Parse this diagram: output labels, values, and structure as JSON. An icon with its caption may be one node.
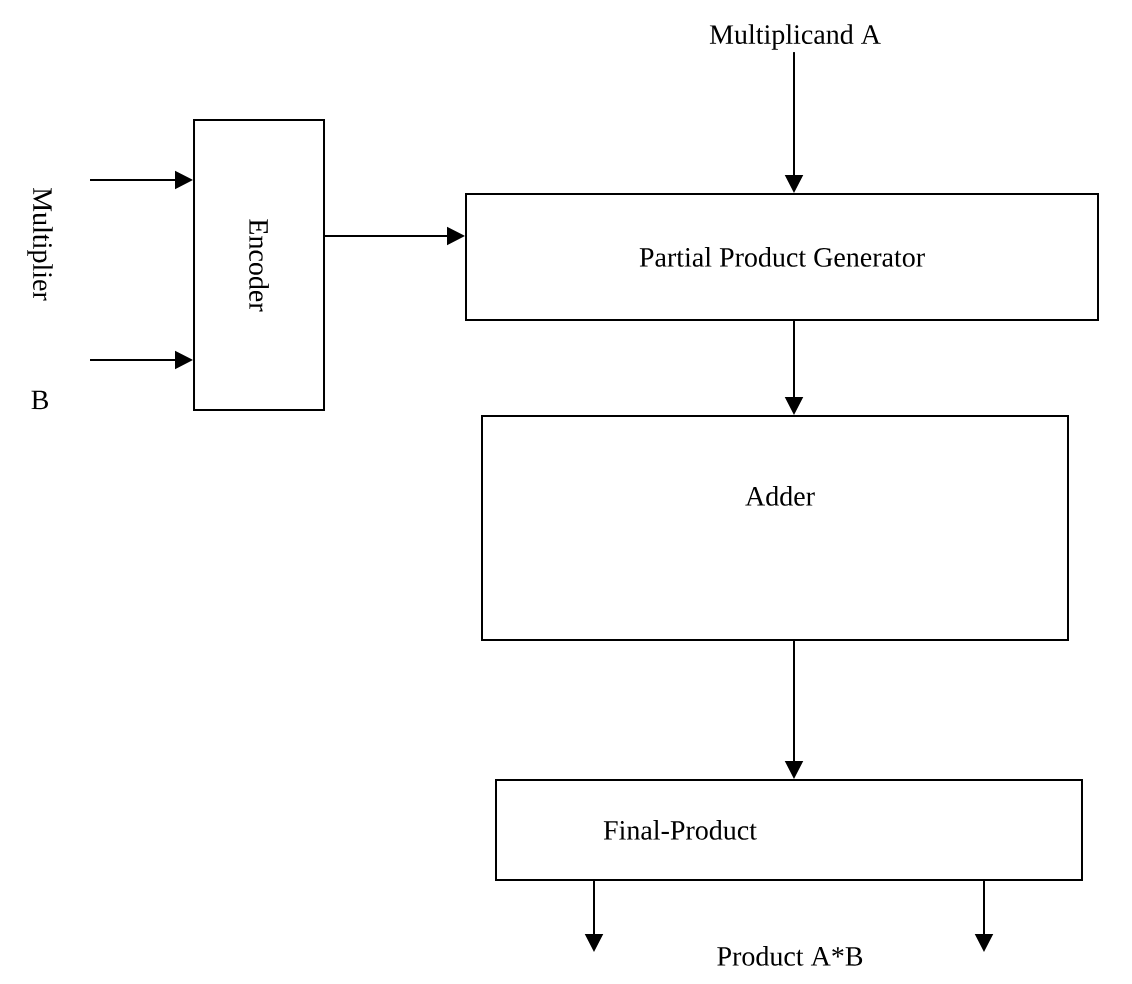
{
  "diagram": {
    "nodes": [
      {
        "text": [
          "Multiplicand  A"
        ]
      },
      {
        "text": [
          "Encoder"
        ]
      },
      {
        "text": [
          "Partial Product Generator"
        ]
      },
      {
        "text": [
          "Adder"
        ]
      },
      {
        "text": [
          "Final-Product"
        ]
      }
    ],
    "edges": [
      {
        "from": null,
        "to": 1,
        "arrow": "to"
      },
      {
        "from": null,
        "to": 1,
        "arrow": "to"
      },
      {
        "from": 1,
        "to": 2,
        "arrow": "to"
      },
      {
        "from": 0,
        "to": 2,
        "arrow": "to"
      },
      {
        "from": 2,
        "to": 3,
        "arrow": "to"
      },
      {
        "from": 3,
        "to": 4,
        "arrow": "to"
      },
      {
        "from": 4,
        "to": null,
        "arrow": "to"
      },
      {
        "from": 4,
        "to": null,
        "arrow": "to"
      }
    ],
    "labels": [
      "Multiplier",
      "B",
      "Product A*B"
    ]
  }
}
